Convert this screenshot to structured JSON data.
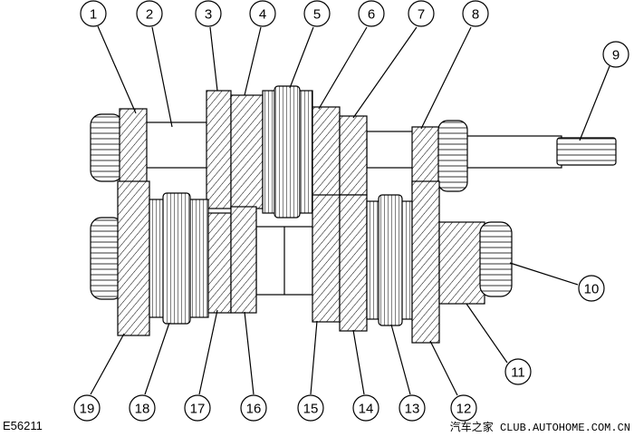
{
  "figure_code": "E56211",
  "watermark": "汽车之家 CLUB.AUTOHOME.COM.CN",
  "callouts": [
    "1",
    "2",
    "3",
    "4",
    "5",
    "6",
    "7",
    "8",
    "9",
    "10",
    "11",
    "12",
    "13",
    "14",
    "15",
    "16",
    "17",
    "18",
    "19"
  ]
}
